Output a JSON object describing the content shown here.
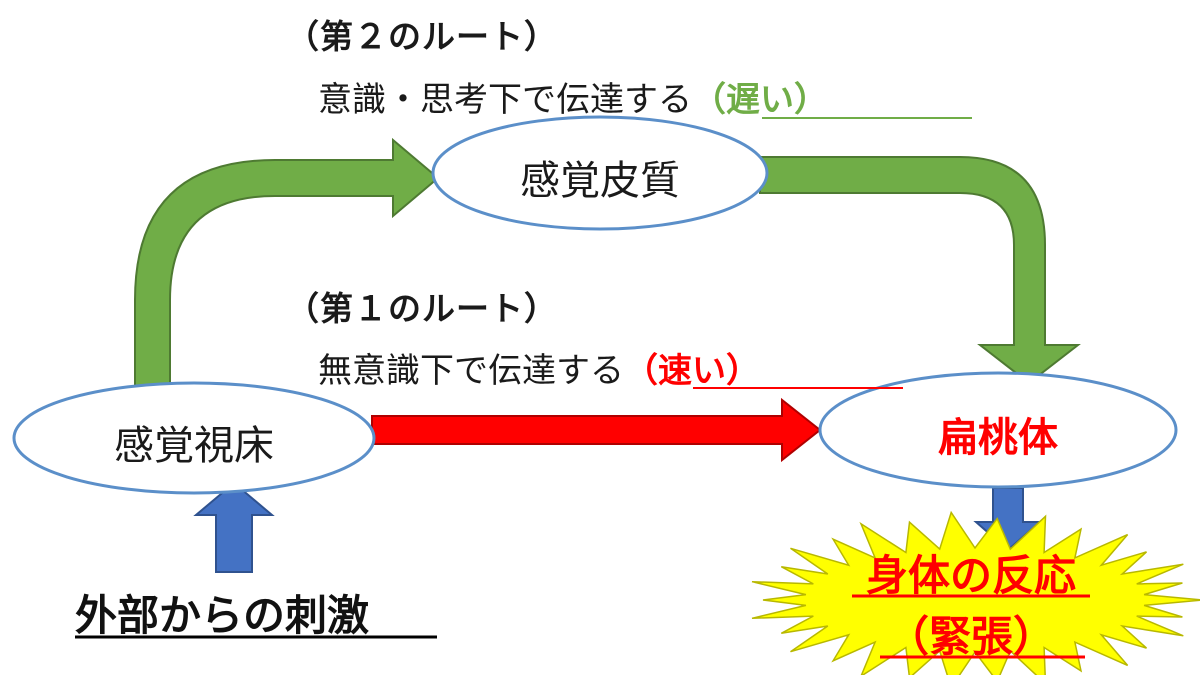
{
  "colors": {
    "slow_route": "#70AD47",
    "fast_route": "#FF0000",
    "stimulus_arrow": "#4472C4",
    "node_border": "#5B8FC9",
    "burst_fill": "#FFFF00",
    "alert_text": "#FF0000"
  },
  "route2": {
    "heading": "（第２のルート）",
    "description": "意識・思考下で伝達する",
    "speed": "（遅い）"
  },
  "route1": {
    "heading": "（第１のルート）",
    "description": "無意識下で伝達する",
    "speed": "（速い）"
  },
  "nodes": {
    "thalamus": "感覚視床",
    "cortex": "感覚皮質",
    "amygdala": "扁桃体"
  },
  "stimulus": "外部からの刺激",
  "response": {
    "line1": "身体の反応",
    "line2": "（緊張）"
  }
}
